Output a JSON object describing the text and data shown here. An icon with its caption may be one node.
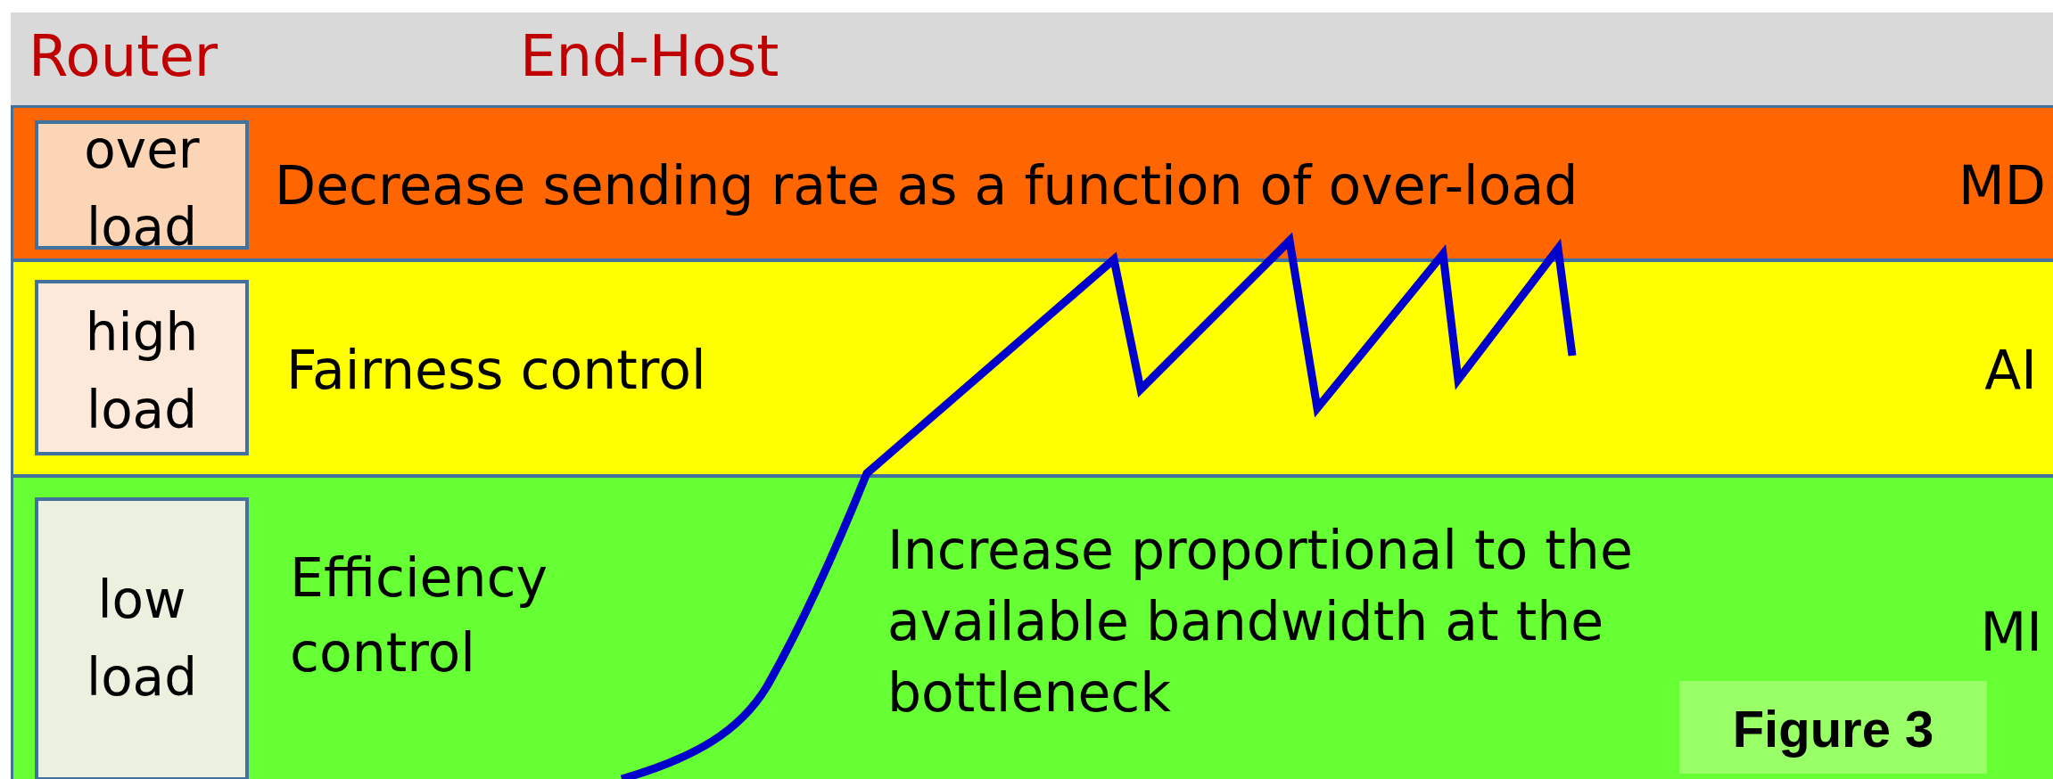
{
  "diagram": {
    "nodes": [
      {
        "text": [
          "Router",
          "End-Host"
        ]
      },
      {
        "text": [
          "Decrease sending rate as a function of over-load",
          "MD"
        ]
      },
      {
        "text": [
          "over load"
        ],
        "in": 1
      },
      {
        "text": [
          "Fairness control",
          "AI"
        ]
      },
      {
        "text": [
          "high load"
        ],
        "in": 3
      },
      {
        "text": [
          "Efficiency control",
          "Increase proportional to the available bandwidth at the bottleneck",
          "MI"
        ]
      },
      {
        "text": [
          "low load"
        ],
        "in": 5
      },
      {
        "text": [
          "Figure 3"
        ],
        "in": 5
      }
    ],
    "edges": []
  }
}
